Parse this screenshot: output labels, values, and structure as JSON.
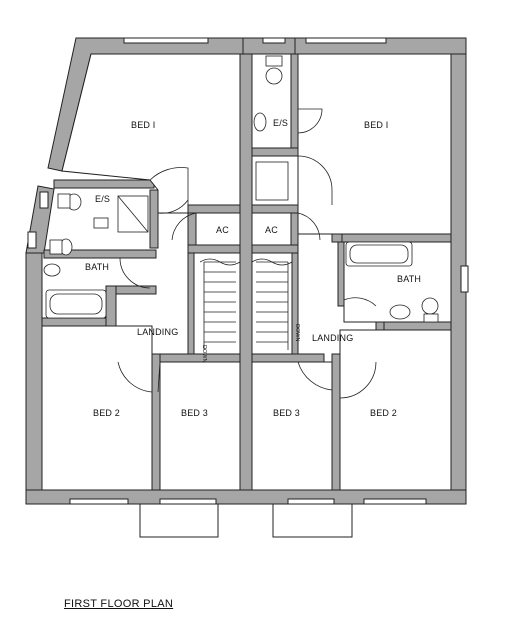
{
  "title": "FIRST FLOOR PLAN",
  "colors": {
    "wall": "#a6a6a6",
    "line": "#222222",
    "background": "#ffffff"
  },
  "rooms": {
    "bed1_left": "BED I",
    "bed1_right": "BED I",
    "es_left": "E/S",
    "es_right": "E/S",
    "bath_left": "BATH",
    "bath_right": "BATH",
    "ac_left": "AC",
    "ac_right": "AC",
    "landing_left": "LANDING",
    "landing_right": "LANDING",
    "bed2_left": "BED 2",
    "bed2_right": "BED 2",
    "bed3_left": "BED 3",
    "bed3_right": "BED 3"
  },
  "stairs": {
    "down_left": "DOWN",
    "down_right": "DOWN"
  }
}
